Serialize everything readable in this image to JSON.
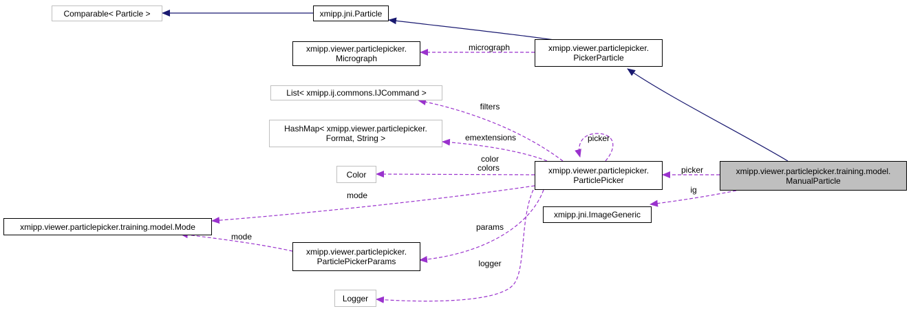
{
  "nodes": {
    "comparable": {
      "lines": [
        "Comparable< Particle >"
      ],
      "style": "grey"
    },
    "jni_particle": {
      "lines": [
        "xmipp.jni.Particle"
      ],
      "style": "solid"
    },
    "micrograph": {
      "lines": [
        "xmipp.viewer.particlepicker.",
        "Micrograph"
      ],
      "style": "solid"
    },
    "picker_particle": {
      "lines": [
        "xmipp.viewer.particlepicker.",
        "PickerParticle"
      ],
      "style": "solid"
    },
    "list_ijcommand": {
      "lines": [
        "List< xmipp.ij.commons.IJCommand >"
      ],
      "style": "grey"
    },
    "hashmap": {
      "lines": [
        "HashMap< xmipp.viewer.particlepicker.",
        "Format, String >"
      ],
      "style": "grey"
    },
    "color": {
      "lines": [
        "Color"
      ],
      "style": "grey"
    },
    "particle_picker": {
      "lines": [
        "xmipp.viewer.particlepicker.",
        "ParticlePicker"
      ],
      "style": "solid"
    },
    "manual_particle": {
      "lines": [
        "xmipp.viewer.particlepicker.training.model.",
        "ManualParticle"
      ],
      "style": "focus"
    },
    "image_generic": {
      "lines": [
        "xmipp.jni.ImageGeneric"
      ],
      "style": "solid"
    },
    "mode": {
      "lines": [
        "xmipp.viewer.particlepicker.training.model.Mode"
      ],
      "style": "solid"
    },
    "picker_params": {
      "lines": [
        "xmipp.viewer.particlepicker.",
        "ParticlePickerParams"
      ],
      "style": "solid"
    },
    "logger": {
      "lines": [
        "Logger"
      ],
      "style": "grey"
    }
  },
  "edge_labels": {
    "micrograph": "micrograph",
    "filters": "filters",
    "emextensions": "emextensions",
    "picker_self": "picker",
    "color_colors_1": "color",
    "color_colors_2": "colors",
    "picker": "picker",
    "mode_top": "mode",
    "ig": "ig",
    "params": "params",
    "mode_bottom": "mode",
    "logger": "logger"
  },
  "colors": {
    "inheritance": "#191970",
    "usage": "#9a32cd",
    "grey_border": "#bfbfbf",
    "focus_fill": "#bfbfbf"
  }
}
